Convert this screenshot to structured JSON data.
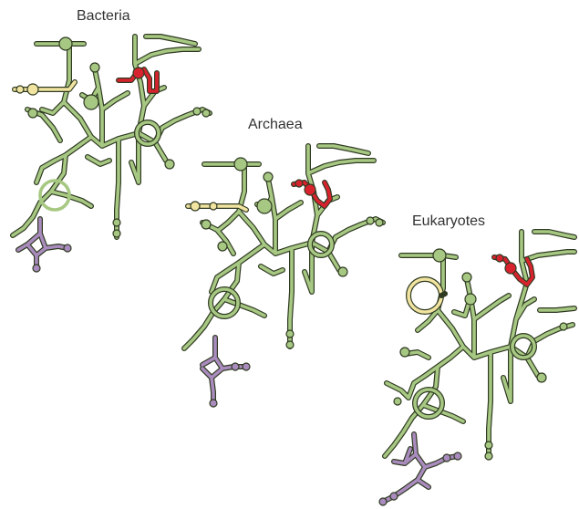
{
  "labels": {
    "bacteria": "Bacteria",
    "archaea": "Archaea",
    "eukaryotes": "Eukaryotes"
  },
  "colors": {
    "core": "#a7c882",
    "domain_yellow": "#f1e4a0",
    "domain_red": "#d8232e",
    "domain_purple": "#a98bbd",
    "outline": "#2f3a22",
    "label_text": "#333333"
  },
  "structures": [
    {
      "name": "bacteria-rrna-structure",
      "label_key": "bacteria"
    },
    {
      "name": "archaea-rrna-structure",
      "label_key": "archaea"
    },
    {
      "name": "eukaryotes-rrna-structure",
      "label_key": "eukaryotes"
    }
  ]
}
